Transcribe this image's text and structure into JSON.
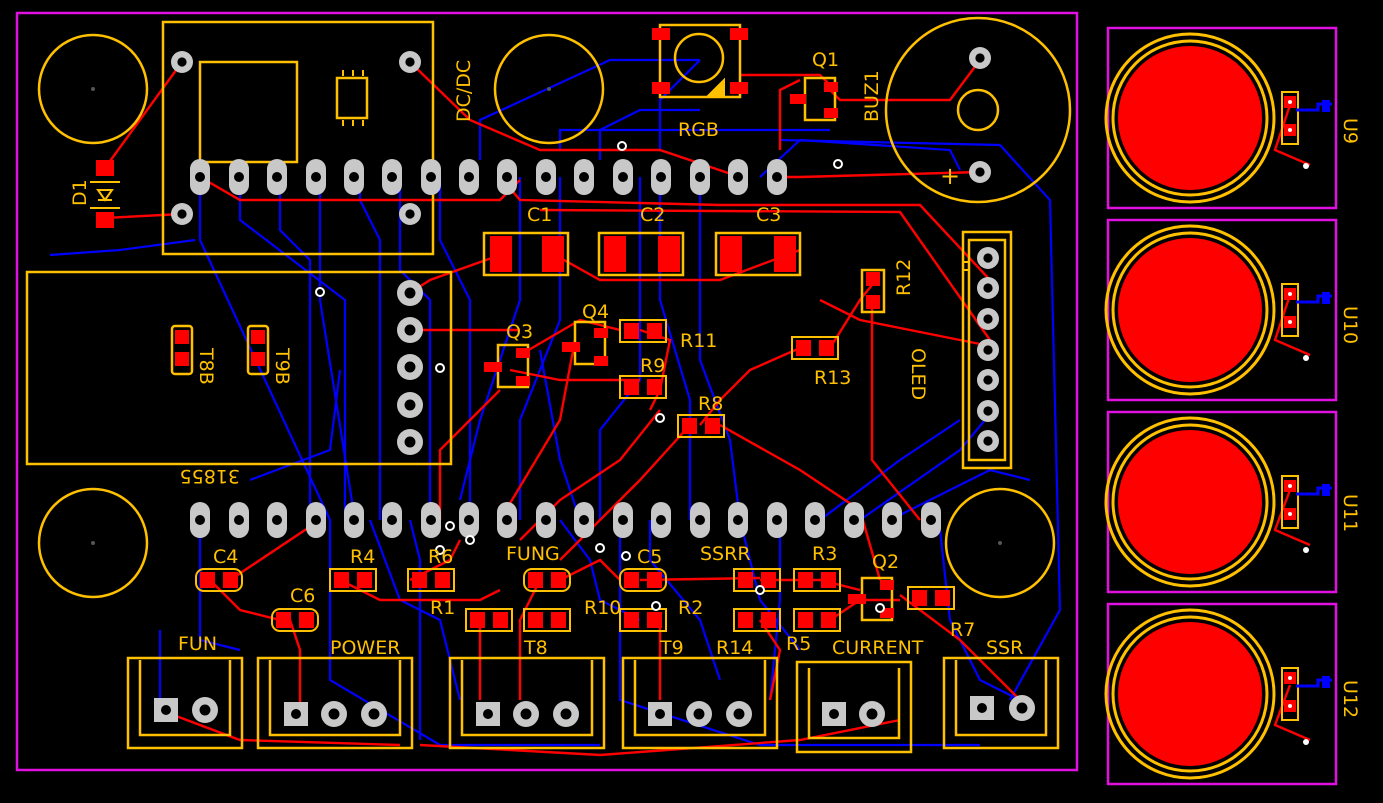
{
  "colors": {
    "background": "#000000",
    "silkscreen": "#FFC000",
    "board_outline": "#E010E0",
    "top_copper": "#FF0000",
    "bottom_copper": "#0000FF",
    "pad": "#FF0000",
    "hole": "#FFFFFF"
  },
  "labels": {
    "dcdc": "DC/DC",
    "rgb": "RGB",
    "q1": "Q1",
    "buz1": "BUZ1",
    "plus": "+",
    "d1": "D1",
    "c1": "C1",
    "c2": "C2",
    "c3": "C3",
    "r12": "R12",
    "q4": "Q4",
    "q3": "Q3",
    "r11": "R11",
    "r9": "R9",
    "r13": "R13",
    "r8": "R8",
    "oled": "OLED",
    "t8b": "T8B",
    "t9b": "T9B",
    "mod": "31855",
    "c4": "C4",
    "r4": "R4",
    "r6": "R6",
    "fung": "FUNG",
    "c5": "C5",
    "ssrr": "SSRR",
    "r3": "R3",
    "q2": "Q2",
    "c6": "C6",
    "r1": "R1",
    "r10": "R10",
    "r2": "R2",
    "r5": "R5",
    "r7": "R7",
    "r14": "R14",
    "fun": "FUN",
    "power": "POWER",
    "t8": "T8",
    "t9": "T9",
    "current": "CURRENT",
    "ssr": "SSR",
    "u9": "U9",
    "u10": "U10",
    "u11": "U11",
    "u12": "U12"
  }
}
